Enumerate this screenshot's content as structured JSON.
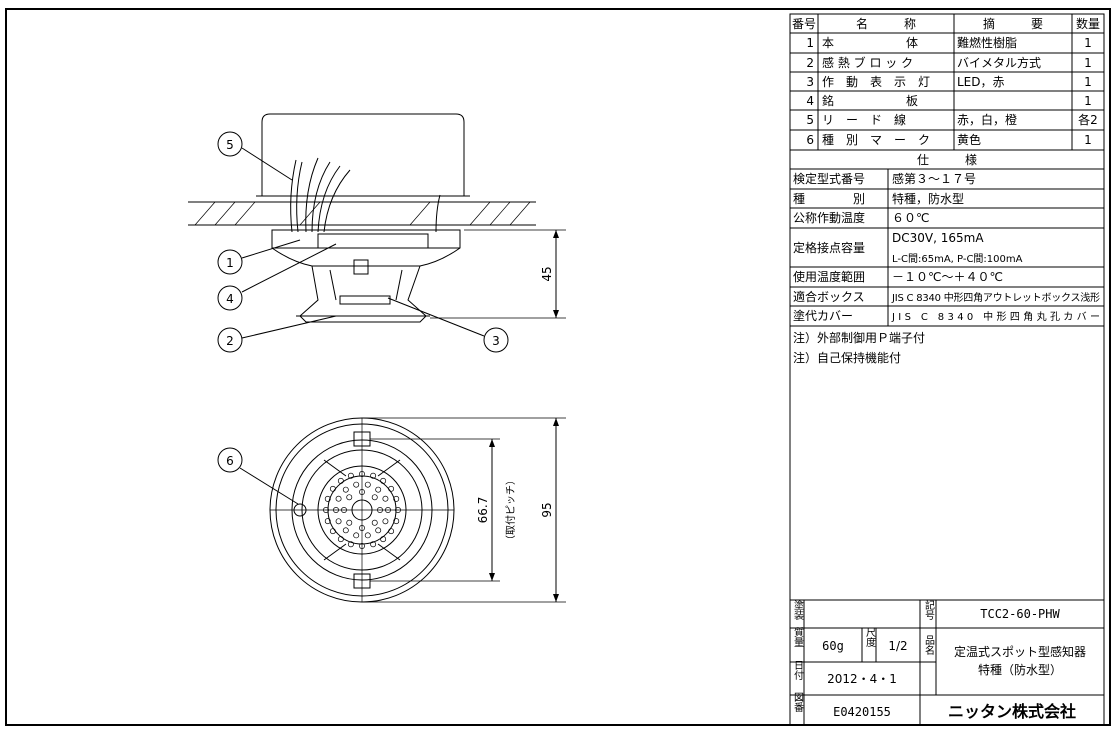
{
  "parts_table": {
    "headers": {
      "no": "番号",
      "name": "名　　　称",
      "summary": "摘　　　要",
      "qty": "数量"
    },
    "rows": [
      {
        "no": "1",
        "name": "本　　　　　　体",
        "summary": "難燃性樹脂",
        "qty": "1"
      },
      {
        "no": "2",
        "name": "感 熱 ブ ロ ッ ク",
        "summary": "バイメタル方式",
        "qty": "1"
      },
      {
        "no": "3",
        "name": "作　動　表　示　灯",
        "summary": "LED，赤",
        "qty": "1"
      },
      {
        "no": "4",
        "name": "銘　　　　　　板",
        "summary": "",
        "qty": "1"
      },
      {
        "no": "5",
        "name": "リ　ー　ド　線",
        "summary": "赤，白，橙",
        "qty": "各2"
      },
      {
        "no": "6",
        "name": "種　別　マ　ー　ク",
        "summary": "黄色",
        "qty": "1"
      }
    ]
  },
  "spec": {
    "header": "仕　　　様",
    "rows": [
      {
        "label": "検定型式番号",
        "value": "感第３～１７号"
      },
      {
        "label": "種　　　　別",
        "value": "特種，防水型"
      },
      {
        "label": "公称作動温度",
        "value": "６０℃"
      },
      {
        "label": "定格接点容量",
        "value": "DC30V, 165mA",
        "value2": "L-C間:65mA, P-C間:100mA"
      },
      {
        "label": "使用温度範囲",
        "value": "－１０℃～＋４０℃"
      },
      {
        "label": "適合ボックス",
        "value": "JIS C 8340 中形四角アウトレットボックス浅形"
      },
      {
        "label": "塗代カバー",
        "value": "JIS C 8340 中形四角丸孔カバー"
      }
    ],
    "notes": [
      "注）外部制御用Ｐ端子付",
      "注）自己保持機能付"
    ]
  },
  "title_block": {
    "paint_label": "塗装",
    "symbol_label": "記号",
    "model": "TCC2-60-PHW",
    "mass_label": "質量",
    "mass": "60g",
    "scale_label": "尺度",
    "scale": "1/2",
    "name_label": "品名",
    "product_line1": "定温式スポット型感知器",
    "product_line2": "特種（防水型）",
    "date_label": "日付",
    "date": "2012・4・1",
    "drawing_no_label": "図番",
    "drawing_no": "E0420155",
    "company": "ニッタン株式会社"
  },
  "drawing": {
    "callouts": [
      "1",
      "2",
      "3",
      "4",
      "5",
      "6"
    ],
    "dimensions": {
      "height": "45",
      "diameter": "95",
      "pitch": "66.7",
      "pitch_note": "（取付ピッチ）"
    }
  }
}
